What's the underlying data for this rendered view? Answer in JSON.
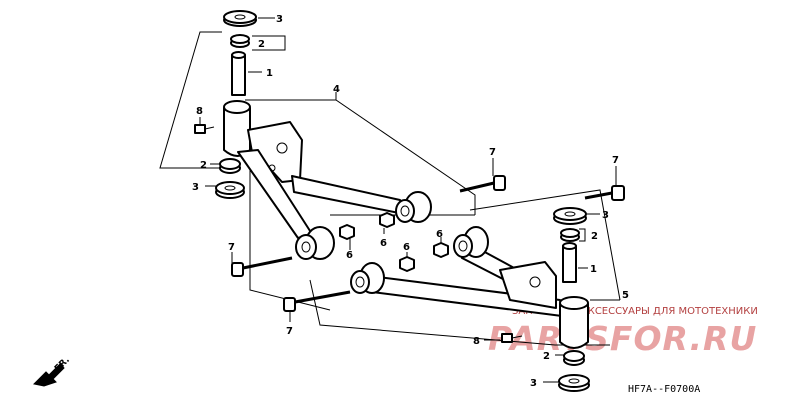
{
  "callouts": {
    "c3_top": "3",
    "c2_top": "2",
    "c1_top": "1",
    "c4": "4",
    "c8_left": "8",
    "c2_left": "2",
    "c3_left": "3",
    "c7_upper": "7",
    "c7_right": "7",
    "c3_right": "3",
    "c2_right": "2",
    "c1_right": "1",
    "c5": "5",
    "c6_a": "6",
    "c6_b": "6",
    "c6_c": "6",
    "c6_d": "6",
    "c7_left": "7",
    "c7_lower": "7",
    "c8_lower": "8",
    "c2_bottom": "2",
    "c3_bottom": "3"
  },
  "arrow_label": "FR.",
  "diagram_code": "HF7A--F0700A",
  "watermark": {
    "caption": "ЗАПЧАСТИ И АКСЕССУАРЫ ДЛЯ МОТОТЕХНИКИ",
    "logo": "PARTSFOR.RU",
    "color": "#e8a3a3"
  }
}
